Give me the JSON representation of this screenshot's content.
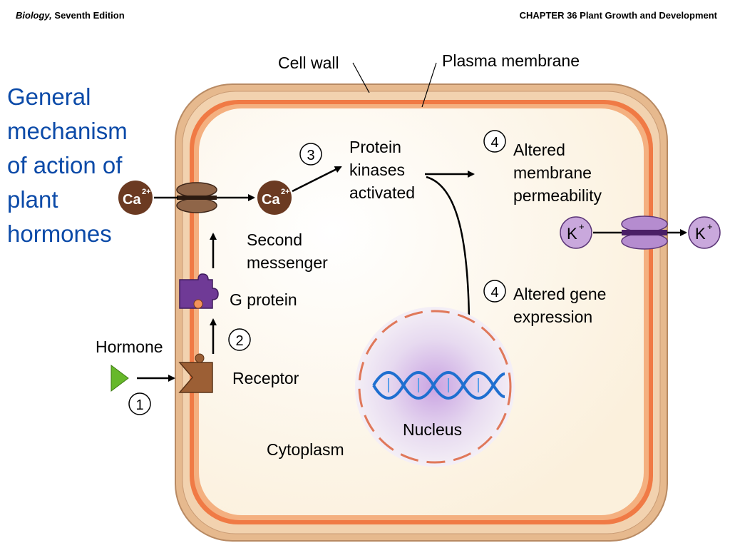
{
  "header": {
    "book_italic": "Biology,",
    "book_rest": " Seventh Edition",
    "chapter": "CHAPTER 36 Plant Growth and Development"
  },
  "title_lines": [
    "General",
    "mechanism",
    "of action of",
    "plant",
    "hormones"
  ],
  "labels": {
    "cell_wall": "Cell wall",
    "plasma_membrane": "Plasma membrane",
    "protein_kinases": [
      "Protein",
      "kinases",
      "activated"
    ],
    "membrane_perm": [
      "Altered",
      "membrane",
      "permeability"
    ],
    "gene_expr": [
      "Altered gene",
      "expression"
    ],
    "second_messenger": [
      "Second",
      "messenger"
    ],
    "g_protein": "G protein",
    "hormone": "Hormone",
    "receptor": "Receptor",
    "nucleus": "Nucleus",
    "cytoplasm": "Cytoplasm"
  },
  "ions": {
    "ca_symbol": "Ca",
    "ca_charge": "2+",
    "k_symbol": "K",
    "k_charge": "+"
  },
  "steps": {
    "s1": "1",
    "s2": "2",
    "s3": "3",
    "s4a": "4",
    "s4b": "4"
  },
  "colors": {
    "title": "#0b4aa8",
    "wall_outer": "#e6b98e",
    "wall_inner": "#f2d2af",
    "membrane": "#f07a45",
    "cytoplasm": "#fbf3e2",
    "ca_ion": "#6b3a22",
    "k_ion": "#c9a8dc",
    "g_protein": "#6f3a96",
    "receptor": "#9c5f35",
    "hormone": "#66b82a",
    "dna": "#1f6fd0"
  }
}
